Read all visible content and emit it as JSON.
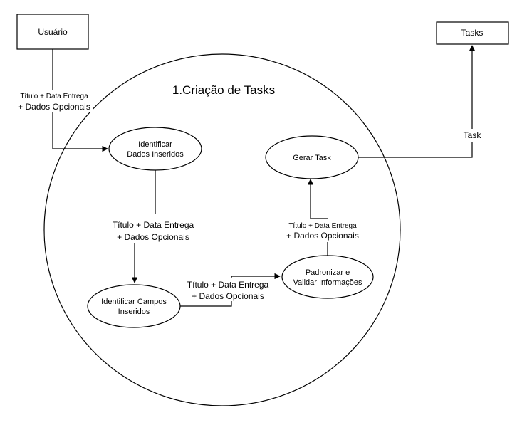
{
  "process": {
    "title": "1.Criação de Tasks"
  },
  "entities": {
    "usuario": "Usuário",
    "tasks": "Tasks"
  },
  "nodes": {
    "identificar_dados": [
      "Identificar",
      "Dados Inseridos"
    ],
    "identificar_campos": [
      "Identificar Campos",
      "Inseridos"
    ],
    "padronizar": [
      "Padronizar e",
      "Validar Informações"
    ],
    "gerar_task": "Gerar Task"
  },
  "flows": {
    "usuario_to_identificar": [
      "Título + Data Entrega",
      "+ Dados Opcionais"
    ],
    "identificar_to_campos": [
      "Título + Data Entrega",
      "+ Dados Opcionais"
    ],
    "campos_to_padronizar": [
      "Título + Data Entrega",
      "+ Dados Opcionais"
    ],
    "padronizar_to_gerar": [
      "Título + Data Entrega",
      "+ Dados Opcionais"
    ],
    "gerar_to_tasks": "Task"
  }
}
